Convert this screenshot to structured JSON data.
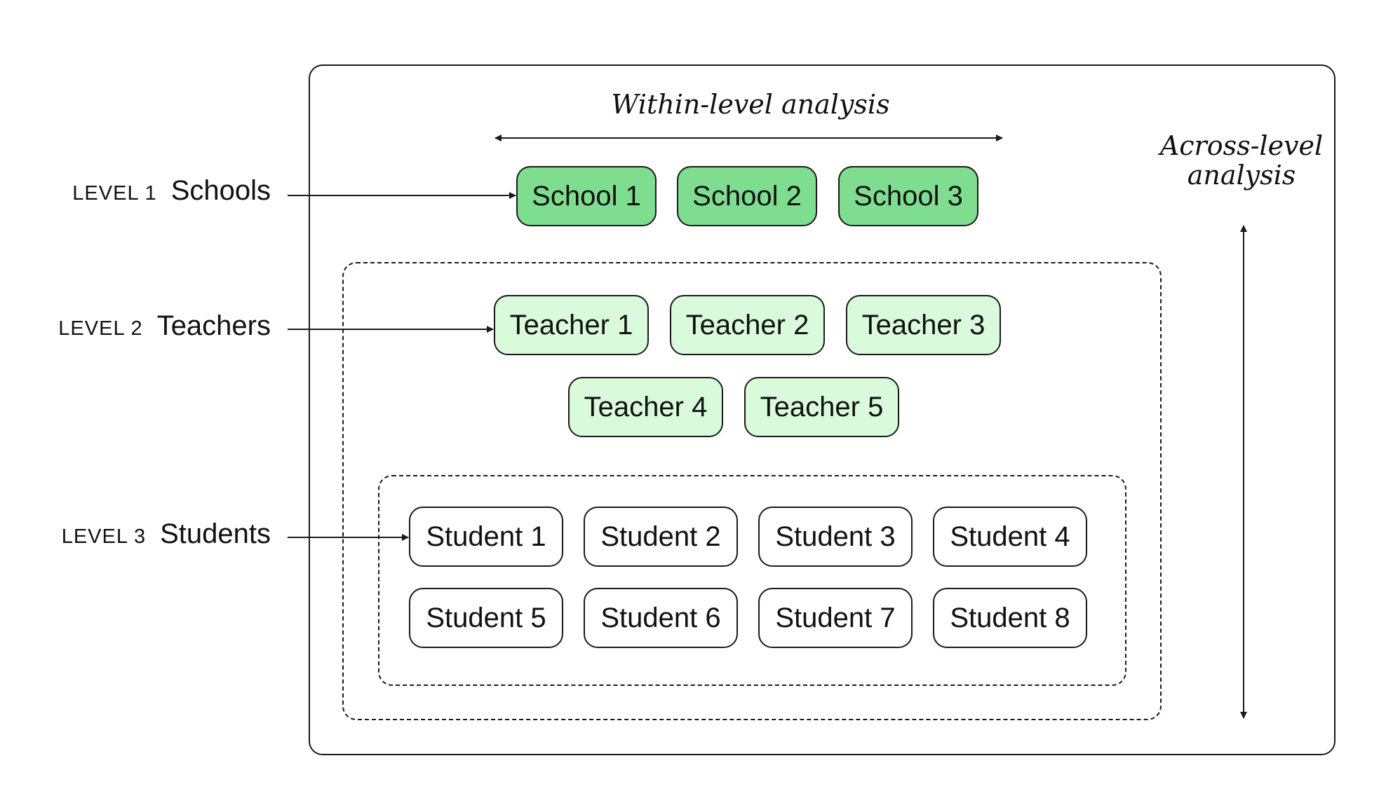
{
  "colors": {
    "school_fill": "#7fdd8f",
    "teacher_fill": "#d9fbdc",
    "student_fill": "#ffffff",
    "stroke": "#1a1a1a"
  },
  "analysis": {
    "within": "Within-level analysis",
    "across_line1": "Across-level",
    "across_line2": "analysis"
  },
  "levels": [
    {
      "tag": "LEVEL 1",
      "name": "Schools"
    },
    {
      "tag": "LEVEL 2",
      "name": "Teachers"
    },
    {
      "tag": "LEVEL 3",
      "name": "Students"
    }
  ],
  "schools": [
    "School 1",
    "School 2",
    "School 3"
  ],
  "teachers": [
    "Teacher 1",
    "Teacher 2",
    "Teacher 3",
    "Teacher 4",
    "Teacher 5"
  ],
  "students": [
    "Student 1",
    "Student 2",
    "Student 3",
    "Student 4",
    "Student 5",
    "Student 6",
    "Student 7",
    "Student 8"
  ]
}
